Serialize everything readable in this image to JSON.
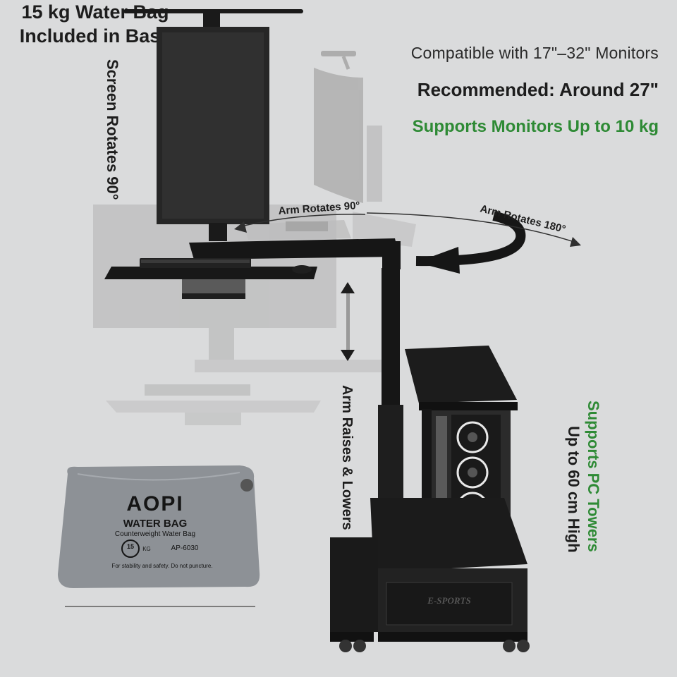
{
  "specs": {
    "compatibility": "Compatible with 17\"–32\" Monitors",
    "recommended": "Recommended: Around 27\"",
    "monitor_capacity": "Supports Monitors Up to 10 kg"
  },
  "features": {
    "screen_rotation": "Screen Rotates 90°",
    "arm_rotation_90": "Arm Rotates 90°",
    "arm_rotation_180": "Arm Rotates 180°",
    "arm_height": "Arm Raises & Lowers",
    "tower_support": "Supports PC Towers",
    "tower_height": "Up to 60 cm High"
  },
  "water_bag": {
    "brand": "AOPI",
    "name": "WATER BAG",
    "subtitle": "Counterweight Water Bag",
    "weight_number": "15",
    "weight_unit": "KG",
    "model": "AP-6030",
    "warning": "For stability and safety. Do not puncture.",
    "caption_line1": "15 kg Water Bag",
    "caption_line2": "Included in Base"
  },
  "cabinet_label": "E-SPORTS",
  "colors": {
    "background": "#dadbdc",
    "accent_green": "#2e8a35",
    "text_dark": "#1d1d1d",
    "metal_black": "#151515",
    "bag_gray": "#8d9196"
  }
}
